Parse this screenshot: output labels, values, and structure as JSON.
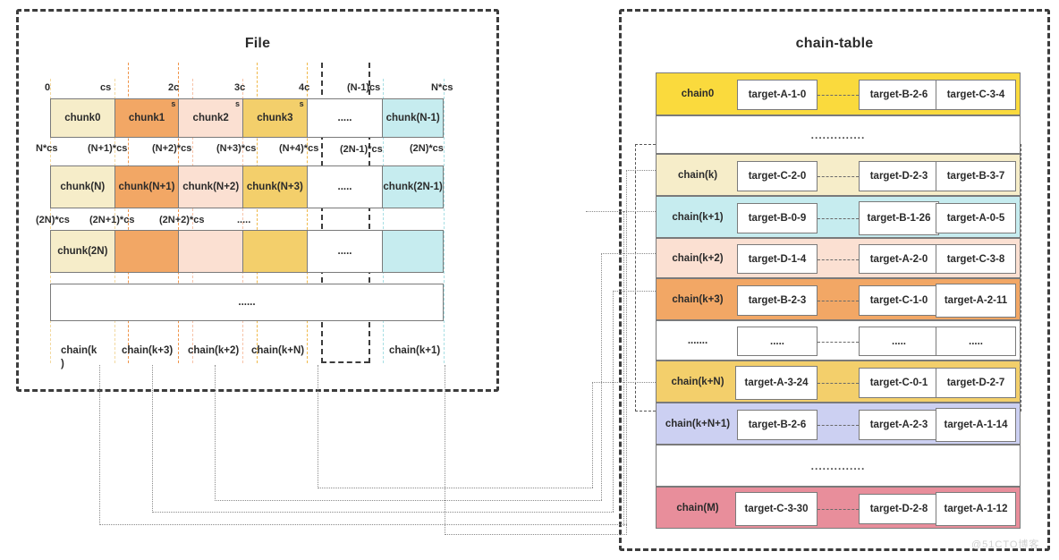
{
  "file_panel": {
    "title": "File",
    "offsets_row1": [
      "0",
      "cs",
      "2c",
      "3c",
      "4c",
      "(N-1)cs",
      "N*cs"
    ],
    "offsets_row2": [
      "N*cs",
      "(N+1)*cs",
      "(N+2)*cs",
      "(N+3)*cs",
      "(N+4)*cs",
      "(2N-1)*cs",
      "(2N)*cs"
    ],
    "offsets_row3": [
      "(2N)*cs",
      "(2N+1)*cs",
      "(2N+2)*cs",
      "....."
    ],
    "rows": [
      {
        "cells": [
          {
            "label": "chunk0",
            "sup": "",
            "color": "#f6edc9"
          },
          {
            "label": "chunk1",
            "sup": "s",
            "color": "#f2a765"
          },
          {
            "label": "chunk2",
            "sup": "s",
            "color": "#fbe0d2"
          },
          {
            "label": "chunk3",
            "sup": "s",
            "color": "#f3cf6b"
          },
          {
            "label": ".....",
            "sup": "",
            "color": "#ffffff"
          },
          {
            "label": "chunk(N-1)",
            "sup": "",
            "color": "#c6ecef"
          }
        ]
      },
      {
        "cells": [
          {
            "label": "chunk(N)",
            "sup": "",
            "color": "#f6edc9"
          },
          {
            "label": "chunk(N+1)",
            "sup": "",
            "color": "#f2a765"
          },
          {
            "label": "chunk(N+2)",
            "sup": "",
            "color": "#fbe0d2"
          },
          {
            "label": "chunk(N+3)",
            "sup": "",
            "color": "#f3cf6b"
          },
          {
            "label": ".....",
            "sup": "",
            "color": "#ffffff"
          },
          {
            "label": "chunk(2N-1)",
            "sup": "",
            "color": "#c6ecef"
          }
        ]
      },
      {
        "cells": [
          {
            "label": "chunk(2N)",
            "sup": "",
            "color": "#f6edc9"
          },
          {
            "label": "",
            "sup": "",
            "color": "#f2a765"
          },
          {
            "label": "",
            "sup": "",
            "color": "#fbe0d2"
          },
          {
            "label": "",
            "sup": "",
            "color": "#f3cf6b"
          },
          {
            "label": ".....",
            "sup": "",
            "color": "#ffffff"
          },
          {
            "label": "",
            "sup": "",
            "color": "#c6ecef"
          }
        ]
      },
      {
        "cells": [
          {
            "label": "",
            "sup": "",
            "color": "#ffffff"
          },
          {
            "label": "",
            "sup": "",
            "color": "#ffffff"
          },
          {
            "label": "",
            "sup": "",
            "color": "#ffffff"
          },
          {
            "label": "......",
            "sup": "",
            "color": "#ffffff"
          },
          {
            "label": "",
            "sup": "",
            "color": "#ffffff"
          },
          {
            "label": "",
            "sup": "",
            "color": "#ffffff"
          }
        ]
      }
    ],
    "chain_labels": [
      "chain(k\n)",
      "chain(k+3)",
      "chain(k+2)",
      "chain(k+N)",
      "chain(k+1)"
    ]
  },
  "chain_table": {
    "title": "chain-table",
    "ellipsis": "..............",
    "rows": [
      {
        "name": "chain0",
        "color": "#fada3d",
        "nodes": [
          "target-A-1-0",
          "target-B-2-6",
          "target-C-3-4"
        ]
      },
      {
        "name": "",
        "color": "#ffffff",
        "nodes": [],
        "ellipsis": ".............."
      },
      {
        "name": "chain(k)",
        "color": "#f6edc9",
        "nodes": [
          "target-C-2-0",
          "target-D-2-3",
          "target-B-3-7"
        ]
      },
      {
        "name": "chain(k+1)",
        "color": "#c6ecef",
        "nodes": [
          "target-B-0-9",
          "target-B-1-26",
          "target-A-0-5"
        ]
      },
      {
        "name": "chain(k+2)",
        "color": "#fbe0d2",
        "nodes": [
          "target-D-1-4",
          "target-A-2-0",
          "target-C-3-8"
        ]
      },
      {
        "name": "chain(k+3)",
        "color": "#f2a765",
        "nodes": [
          "target-B-2-3",
          "target-C-1-0",
          "target-A-2-11"
        ]
      },
      {
        "name": ".......",
        "color": "#ffffff",
        "nodes": [
          ".....",
          ".....",
          "....."
        ]
      },
      {
        "name": "chain(k+N)",
        "color": "#f3cf6b",
        "nodes": [
          "target-A-3-24",
          "target-C-0-1",
          "target-D-2-7"
        ]
      },
      {
        "name": "chain(k+N+1)",
        "color": "#ccd0f2",
        "nodes": [
          "target-B-2-6",
          "target-A-2-3",
          "target-A-1-14"
        ]
      },
      {
        "name": "",
        "color": "#ffffff",
        "nodes": [],
        "ellipsis": ".............."
      },
      {
        "name": "chain(M)",
        "color": "#e88e9b",
        "nodes": [
          "target-C-3-30",
          "target-D-2-8",
          "target-A-1-12"
        ]
      }
    ]
  },
  "watermark": "@51CTO博客",
  "guide_colors": {
    "pale_yellow": "#f3d9a0",
    "orange": "#f0954a",
    "peach": "#f7c3a8",
    "gold": "#f0b94a",
    "dark": "#3c3c3c",
    "cyan": "#a8dfe4"
  }
}
